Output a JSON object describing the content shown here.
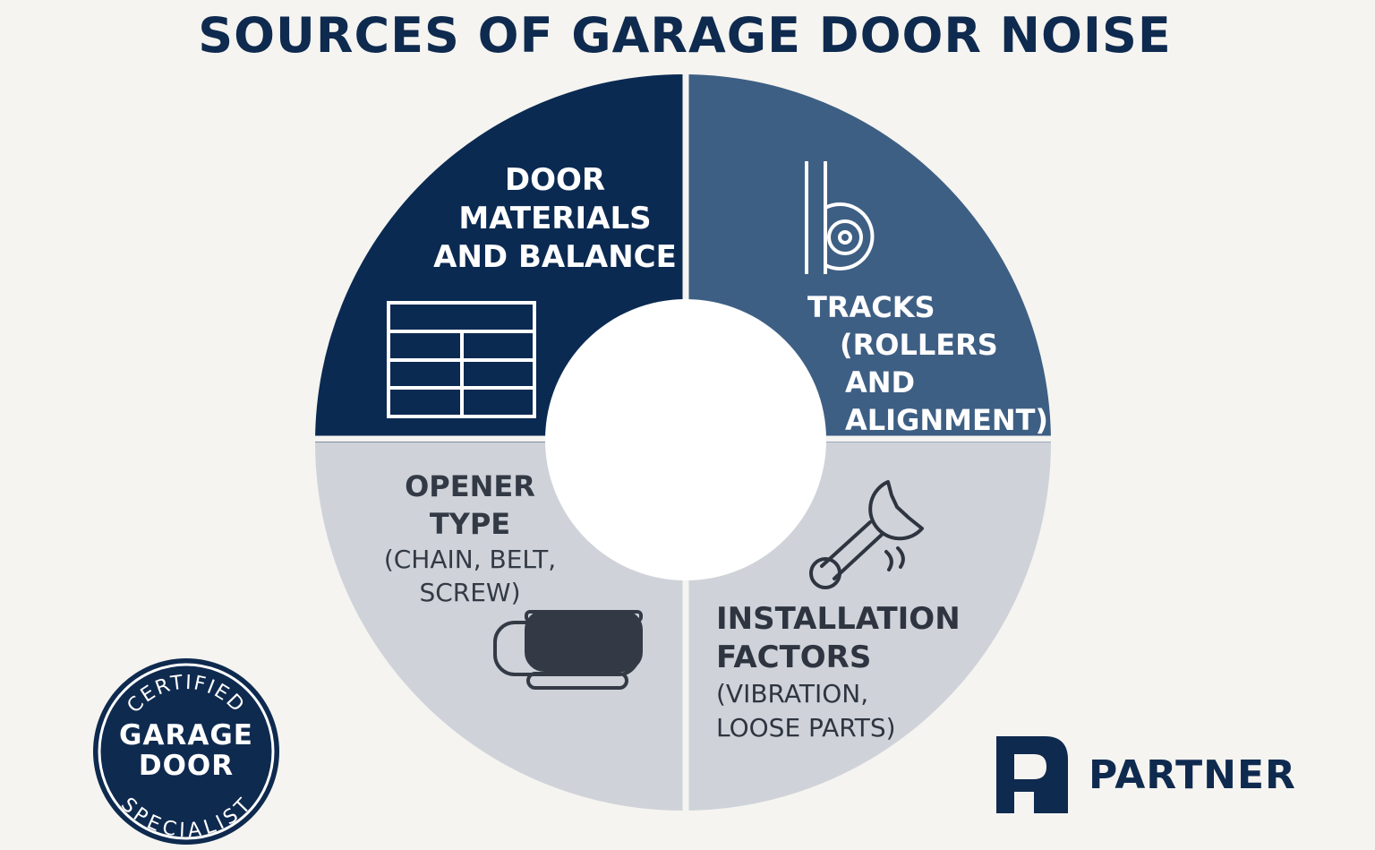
{
  "title": "SOURCES OF GARAGE DOOR NOISE",
  "quadrants": {
    "door": {
      "lines": [
        "DOOR",
        "MATERIALS",
        "AND BALANCE"
      ],
      "icon": "garage-door-panel-icon",
      "color": "#0b2a52"
    },
    "tracks": {
      "lines": [
        "TRACKS",
        "(ROLLERS",
        "AND",
        "ALIGNMENT)"
      ],
      "icon": "track-roller-icon",
      "color": "#3e5f84"
    },
    "opener": {
      "title_lines": [
        "OPENER",
        "TYPE"
      ],
      "sub_lines": [
        "(CHAIN, BELT,",
        "SCREW)"
      ],
      "icon": "opener-motor-icon",
      "color": "#cfd3d9"
    },
    "install": {
      "title_lines": [
        "INSTALLATION",
        "FACTORS"
      ],
      "sub_lines": [
        "(VIBRATION,",
        "LOOSE PARTS)"
      ],
      "icon": "wrench-icon",
      "color": "#cfd3d9"
    }
  },
  "badge": {
    "top_arc": "CERTIFIED",
    "word1": "GARAGE",
    "word2": "DOOR",
    "bottom_arc": "SPECIALIST",
    "color": "#0f2a4f"
  },
  "partner": {
    "label": "PARTNER",
    "icon": "partner-p-icon",
    "color": "#0f2a4f"
  },
  "colors": {
    "background": "#f5f4f0",
    "dark_navy": "#0b2a52",
    "steel_blue": "#3e5f84",
    "light_gray": "#cfd3d9",
    "center": "#ffffff"
  }
}
